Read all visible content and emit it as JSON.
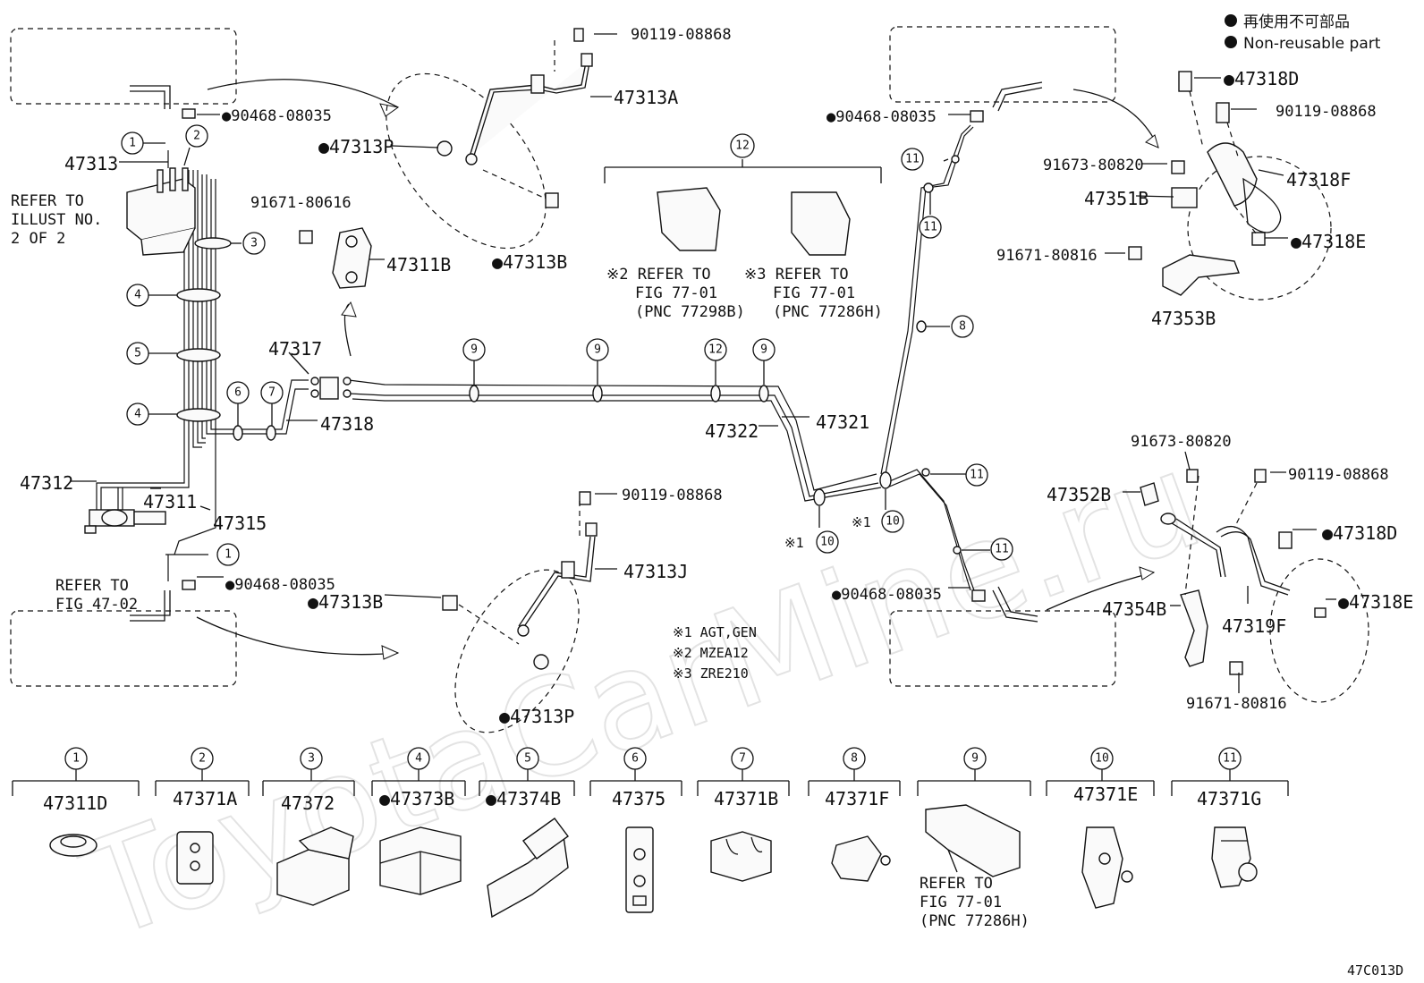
{
  "legend": {
    "bullet_icon": "black-dot-icon",
    "line1": "再使用不可部品",
    "line2": "Non-reusable part"
  },
  "figure_code": "47C013D",
  "watermark": "ToyotaCarMine.ru",
  "notes": {
    "n1": "※1 AGT,GEN",
    "n2": "※2 MZEA12",
    "n3": "※3 ZRE210"
  },
  "refer_illust": [
    "REFER TO",
    "ILLUST NO.",
    "2 OF 2"
  ],
  "refer_fig4702": [
    "REFER TO",
    "FIG 47-02"
  ],
  "refer_77298b": [
    "※2 REFER TO",
    "FIG 77-01",
    "(PNC 77298B)"
  ],
  "refer_77286h": [
    "※3 REFER TO",
    "FIG 77-01",
    "(PNC 77286H)"
  ],
  "refer_bottom9": [
    "REFER TO",
    "FIG 77-01",
    "(PNC 77286H)"
  ],
  "labels": {
    "p90119_08868_top": "90119-08868",
    "p47313A": "47313A",
    "p90468_08035_tl": "●90468-08035",
    "p47313P_top": "●47313P",
    "p47313B_top": "●47313B",
    "p47313": "47313",
    "p91671_80616": "91671-80616",
    "p47311B": "47311B",
    "p47317": "47317",
    "p47318": "47318",
    "p47312": "47312",
    "p47311": "47311",
    "p47315": "47315",
    "p90468_08035_bl": "●90468-08035",
    "p47313B_bot": "●47313B",
    "p90119_08868_mid": "90119-08868",
    "p47313J": "47313J",
    "p47313P_bot": "●47313P",
    "p47322": "47322",
    "p47321": "47321",
    "p90468_08035_tr": "●90468-08035",
    "p90468_08035_br": "●90468-08035",
    "p47318D_top": "●47318D",
    "p90119_08868_tr": "90119-08868",
    "p91673_80820_top": "91673-80820",
    "p47318F": "47318F",
    "p47351B": "47351B",
    "p91671_80816_top": "91671-80816",
    "p47318E_top": "●47318E",
    "p47353B": "47353B",
    "p91673_80820_bot": "91673-80820",
    "p90119_08868_br": "90119-08868",
    "p47352B": "47352B",
    "p47318D_bot": "●47318D",
    "p47354B": "47354B",
    "p47319F": "47319F",
    "p47318E_bot": "●47318E",
    "p91671_80816_bot": "91671-80816",
    "c_x1_10": "※1",
    "c_x1_10b": "※1"
  },
  "clamp_catalog": [
    {
      "num": "1",
      "part": "47311D"
    },
    {
      "num": "2",
      "part": "47371A"
    },
    {
      "num": "3",
      "part": "47372"
    },
    {
      "num": "4",
      "part": "●47373B"
    },
    {
      "num": "5",
      "part": "●47374B"
    },
    {
      "num": "6",
      "part": "47375"
    },
    {
      "num": "7",
      "part": "47371B"
    },
    {
      "num": "8",
      "part": "47371F"
    },
    {
      "num": "9",
      "part": ""
    },
    {
      "num": "10",
      "part": "47371E"
    },
    {
      "num": "11",
      "part": "47371G"
    }
  ],
  "callouts": {
    "c1": "1",
    "c2": "2",
    "c3": "3",
    "c4": "4",
    "c5": "5",
    "c6": "6",
    "c7": "7",
    "c8": "8",
    "c9": "9",
    "c10": "10",
    "c11": "11",
    "c12": "12"
  }
}
